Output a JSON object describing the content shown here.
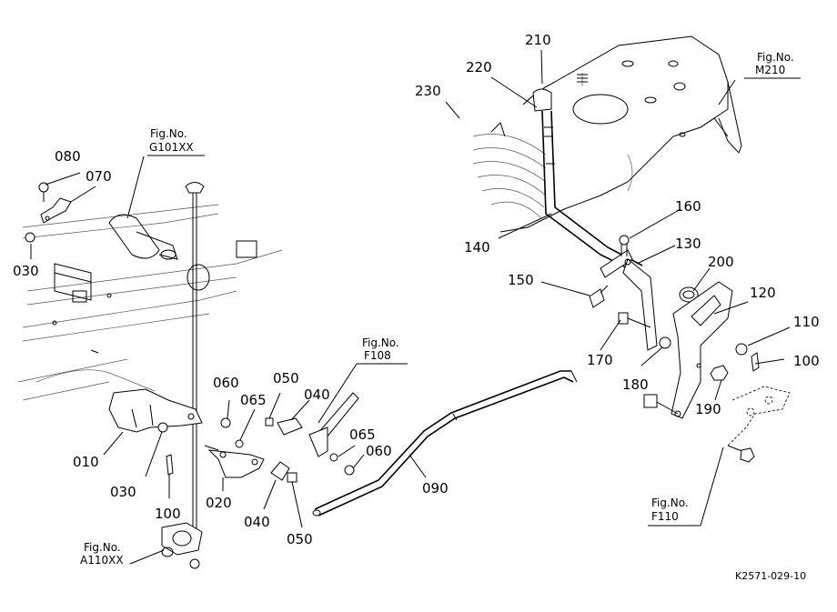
{
  "callouts": {
    "p210": "210",
    "p220": "220",
    "p230": "230",
    "p140": "140",
    "p160": "160",
    "p130": "130",
    "p150": "150",
    "p200": "200",
    "p120": "120",
    "p170": "170",
    "p180": "180",
    "p110": "110",
    "p100_right": "100",
    "p190": "190",
    "p080": "080",
    "p070": "070",
    "p030_top": "030",
    "p060_a": "060",
    "p065_a": "065",
    "p050_a": "050",
    "p040_a": "040",
    "p065_b": "065",
    "p060_b": "060",
    "p010": "010",
    "p030_bottom": "030",
    "p100_left": "100",
    "p020": "020",
    "p040_b": "040",
    "p050_b": "050",
    "p090": "090"
  },
  "fig_refs": {
    "m210": {
      "label": "Fig.No.",
      "code": "M210"
    },
    "g101": {
      "label": "Fig.No.",
      "code": "G101XX"
    },
    "f108": {
      "label": "Fig.No.",
      "code": "F108"
    },
    "f110": {
      "label": "Fig.No.",
      "code": "F110"
    },
    "a110": {
      "label": "Fig.No.",
      "code": "A110XX"
    }
  },
  "drawing_id": "K2571-029-10"
}
